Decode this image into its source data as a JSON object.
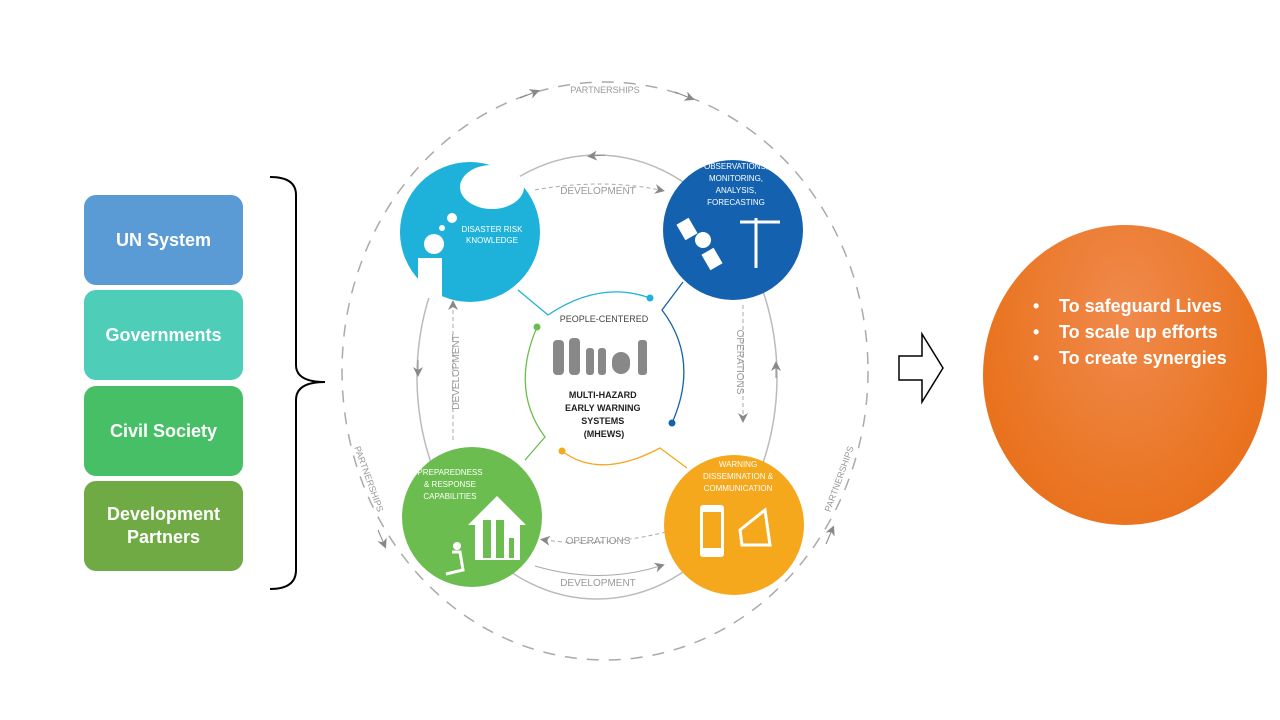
{
  "stakeholders": [
    {
      "label": "UN System",
      "color": "#5b9bd5"
    },
    {
      "label": "Governments",
      "color": "#4ecdb9"
    },
    {
      "label": "Civil Society",
      "color": "#46bf66"
    },
    {
      "label": "Development Partners",
      "color": "#6faa45"
    }
  ],
  "diagram": {
    "outer_label": "PARTNERSHIPS",
    "development": "DEVELOPMENT",
    "operations": "OPERATIONS",
    "center": {
      "top": "PEOPLE-CENTERED",
      "title_lines": [
        "MULTI-HAZARD",
        "EARLY WARNING",
        "SYSTEMS",
        "(MHEWS)"
      ]
    },
    "pillars": [
      {
        "lines": [
          "DISASTER RISK",
          "KNOWLEDGE"
        ],
        "color": "#1eb1d9"
      },
      {
        "lines": [
          "OBSERVATIONS,",
          "MONITORING,",
          "ANALYSIS,",
          "FORECASTING"
        ],
        "color": "#1462af"
      },
      {
        "lines": [
          "PREPAREDNESS",
          "& RESPONSE",
          "CAPABILITIES"
        ],
        "color": "#6cbd4f"
      },
      {
        "lines": [
          "WARNING",
          "DISSEMINATION &",
          "COMMUNICATION"
        ],
        "color": "#f6a81d"
      }
    ]
  },
  "outcomes": [
    "To safeguard Lives",
    "To scale up efforts",
    "To create synergies"
  ]
}
